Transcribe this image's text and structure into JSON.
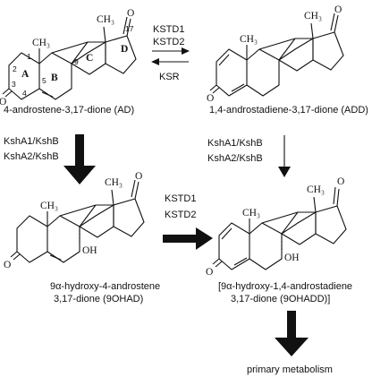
{
  "enzymes": {
    "top_forward": [
      "KSTD1",
      "KSTD2"
    ],
    "top_reverse": "KSR",
    "left_down": [
      "KshA1/KshB",
      "KshA2/KshB"
    ],
    "right_down": [
      "KshA1/KshB",
      "KshA2/KshB"
    ],
    "middle": [
      "KSTD1",
      "KSTD2"
    ]
  },
  "compounds": {
    "ad": "4-androstene-3,17-dione (AD)",
    "add": "1,4-androstadiene-3,17-dione (ADD)",
    "ohad": [
      "9α-hydroxy-4-androstene",
      "3,17-dione (9OHAD)"
    ],
    "ohadd": [
      "[9α-hydroxy-1,4-androstadiene",
      "3,17-dione (9OHADD)]"
    ],
    "end": "primary metabolism"
  },
  "atoms": {
    "oxygen": "O",
    "methyl": "CH₃",
    "hydroxyl": "OH"
  },
  "ring_labels": [
    "A",
    "B",
    "C",
    "D"
  ],
  "atom_numbers": [
    "1",
    "2",
    "3",
    "4",
    "5",
    "9",
    "17"
  ]
}
